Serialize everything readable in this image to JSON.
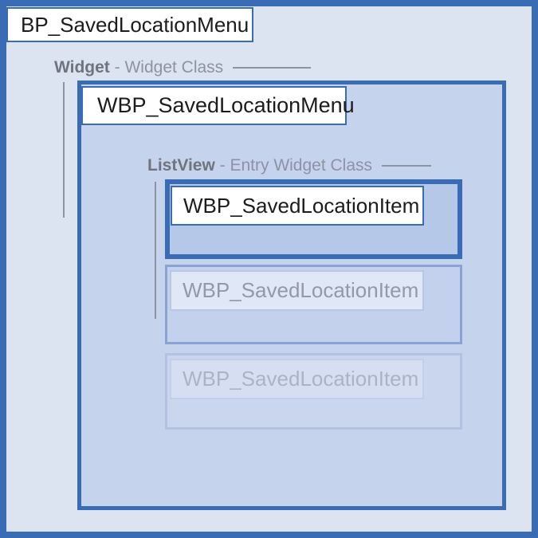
{
  "diagram": {
    "root": {
      "title": "BP_SavedLocationMenu"
    },
    "widget_section": {
      "name": "Widget",
      "desc": " - Widget Class"
    },
    "menu": {
      "title": "WBP_SavedLocationMenu"
    },
    "listview_section": {
      "name": "ListView",
      "desc": " - Entry Widget Class"
    },
    "items": [
      {
        "label": "WBP_SavedLocationItem",
        "state": "active"
      },
      {
        "label": "WBP_SavedLocationItem",
        "state": "faded"
      },
      {
        "label": "WBP_SavedLocationItem",
        "state": "ghost"
      }
    ]
  },
  "colors": {
    "accent_blue": "#3a6cb5",
    "outer_background": "#dce3f1",
    "menu_background": "#c5d3ec",
    "item_active_background": "#b5c8e8",
    "guide_gray": "#8d93a0"
  }
}
